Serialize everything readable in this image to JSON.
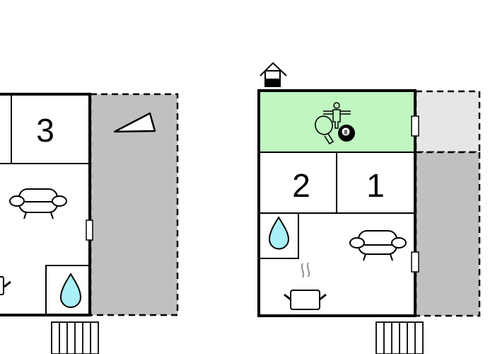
{
  "plan_left": {
    "rooms": [
      {
        "id": "bedroom-3",
        "label": "3"
      }
    ],
    "icons": [
      "sofa-icon",
      "bathroom-water-drop-icon",
      "kitchen-pot-icon",
      "terrace-sun-triangle-icon",
      "stairs-icon",
      "door-icon"
    ]
  },
  "plan_right": {
    "rooms": [
      {
        "id": "bedroom-2",
        "label": "2"
      },
      {
        "id": "bedroom-1",
        "label": "1"
      },
      {
        "id": "billiard-ball-number",
        "label": "8"
      }
    ],
    "icons": [
      "basement-house-icon",
      "table-tennis-icon",
      "foosball-icon",
      "billiard-ball-icon",
      "sofa-icon",
      "bathroom-water-drop-icon",
      "kitchen-pot-icon",
      "stairs-icon",
      "door-icon"
    ]
  },
  "colors": {
    "wall": "#000000",
    "activity_room": "#c0f6c0",
    "terrace_dark": "#c0c0c0",
    "terrace_light": "#e6e6e6",
    "water": "#aaf0f8",
    "steam": "#909090"
  }
}
